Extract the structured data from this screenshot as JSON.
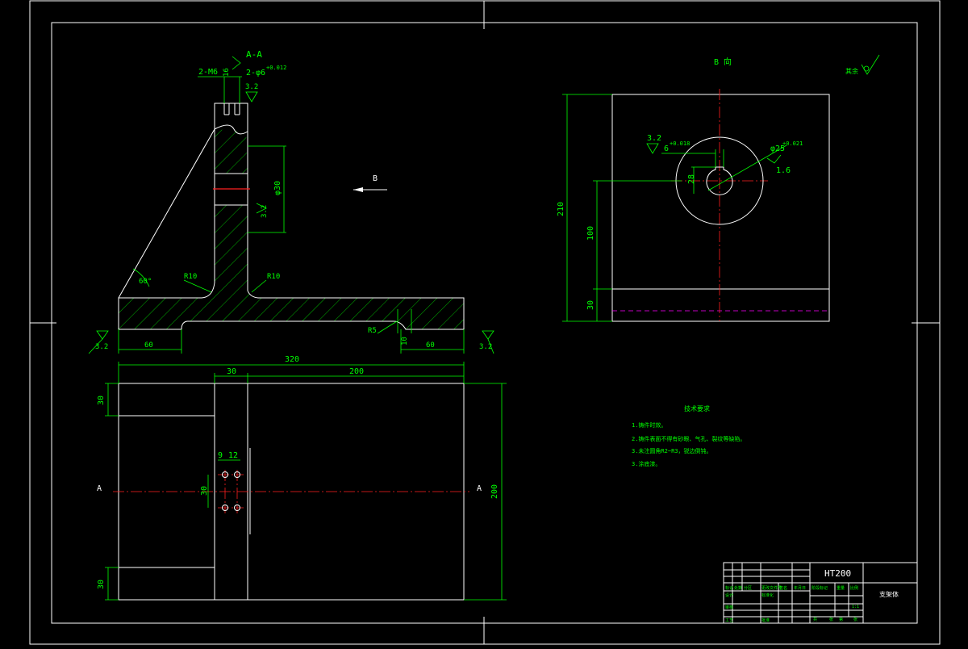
{
  "section_aa": {
    "title": "A-A",
    "callout_m6": "2-M6",
    "callout_16": "16",
    "callout_phi6": "2-φ6",
    "tol_phi6": "+0.012",
    "roughness_top": "3.2",
    "dim_phi30": "φ30",
    "roughness_bore": "3.2",
    "angle": "60°",
    "fillet_left": "R10",
    "fillet_right": "R10",
    "fillet_small": "R5",
    "dim_10": "10",
    "dim_60_left": "60",
    "dim_60_right": "60",
    "roughness_left": "3.2",
    "roughness_right": "3.2"
  },
  "view_b_arrow": {
    "label": "B"
  },
  "plan_view": {
    "dim_320": "320",
    "dim_30": "30",
    "dim_200": "200",
    "dim_30_top": "30",
    "dim_30_bottom": "30",
    "dim_200_right": "200",
    "dim_9": "9",
    "dim_12": "12",
    "dim_30_holes": "30",
    "section_mark_left": "A",
    "section_mark_right": "A"
  },
  "view_b": {
    "title": "B 向",
    "roughness_keyway": "3.2",
    "keyway_width": "6",
    "keyway_tol": "+0.018",
    "bore": "φ25",
    "bore_tol": "+0.021",
    "roughness_bore": "1.6",
    "keyway_depth": "28",
    "dim_210": "210",
    "dim_100": "100",
    "dim_30": "30"
  },
  "general_roughness": {
    "label": "其余"
  },
  "notes": {
    "title": "技术要求",
    "items": [
      "1.铸件时效。",
      "2.铸件表面不得有砂眼、气孔、裂纹等缺陷。",
      "3.未注圆角R2~R3，锐边倒钝。",
      "3.涂底漆。"
    ]
  },
  "title_block": {
    "material": "HT200",
    "part_name": "支架体",
    "scale_text": "1:1",
    "row_labels": [
      "标记",
      "处数",
      "分区",
      "更改文件号",
      "签名",
      "年月日"
    ],
    "left_labels": [
      "设计",
      "审核",
      "工艺",
      "标准化",
      "批准"
    ],
    "right_labels": [
      "阶段标记",
      "重量",
      "比例"
    ],
    "sheet_labels": [
      "共",
      "张",
      "第",
      "张"
    ]
  }
}
